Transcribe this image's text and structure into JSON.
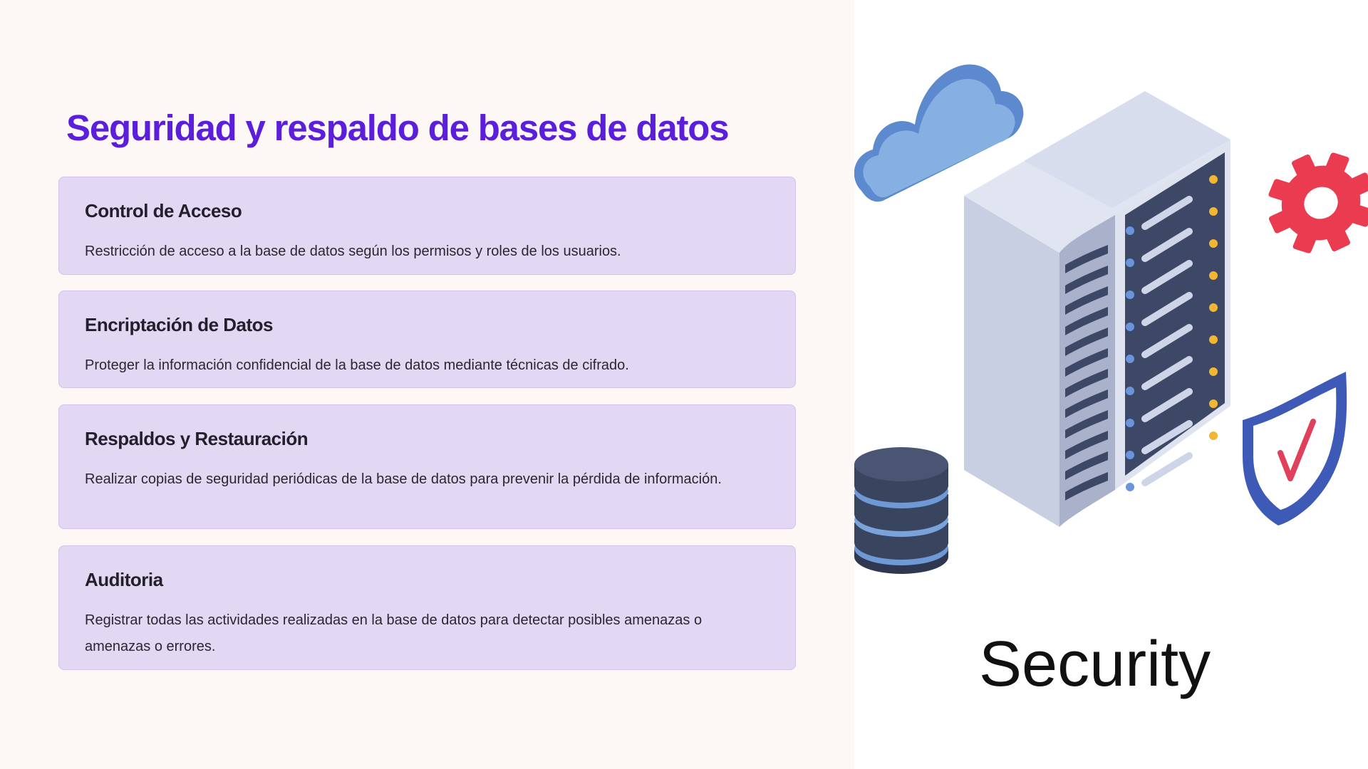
{
  "slide": {
    "title": "Seguridad y respaldo de bases de datos",
    "cards": [
      {
        "heading": "Control de Acceso",
        "text": "Restricción de acceso a la base de datos según los permisos y roles de los usuarios."
      },
      {
        "heading": "Encriptación de Datos",
        "text": "Proteger la información confidencial de la base de datos mediante técnicas de cifrado."
      },
      {
        "heading": "Respaldos y Restauración",
        "text": "Realizar copias de seguridad periódicas de la base de datos para prevenir la pérdida de información."
      },
      {
        "heading": "Auditoria",
        "text": "Registrar todas las actividades realizadas en la base de datos para detectar posibles amenazas o amenazas o errores."
      }
    ]
  },
  "illustration": {
    "caption": "Security",
    "icons": [
      "cloud-icon",
      "server-rack-icon",
      "gear-icon",
      "database-icon",
      "shield-check-icon"
    ],
    "colors": {
      "title": "#5b1fdb",
      "card_bg": "#e2d8f3",
      "card_border": "#d1c3ec",
      "cloud": "#7aa5dc",
      "server_light": "#cfd5e8",
      "server_dark": "#3d4766",
      "led_amber": "#f2b632",
      "led_blue": "#6a95dc",
      "gear": "#ea3b50",
      "shield": "#3d5bb6",
      "check": "#e0405a",
      "database_dark": "#39445f"
    }
  }
}
